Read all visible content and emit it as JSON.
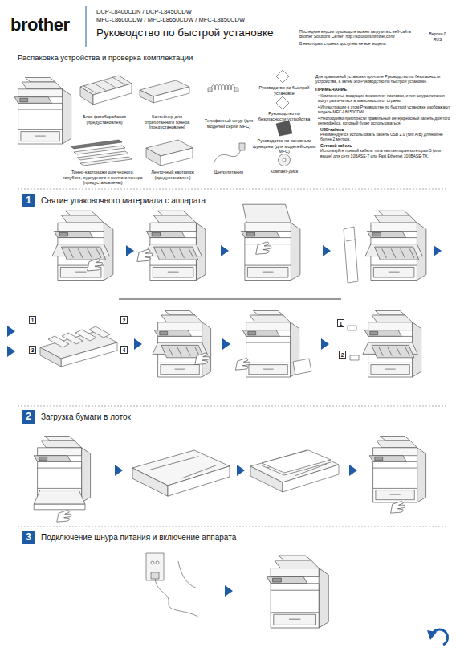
{
  "diagram": {
    "title": "Руководство по быстрой установке",
    "nodes": [
      {
        "text": [
          "1",
          "Снятие упаковочного материала с аппарата"
        ]
      },
      {
        "text": [
          "2",
          "Загрузка бумаги в лоток"
        ]
      },
      {
        "text": [
          "3",
          "Подключение шнура питания и включение аппарата"
        ]
      }
    ],
    "labels": [
      "brother",
      "DCP-L8400CDN / DCP-L8450CDW",
      "MFC-L8600CDW / MFC-L8650CDW / MFC-L8850CDW",
      "Последние версии руководств можно загрузить с веб-сайта Brother Solutions Center: http://solutions.brother.com/",
      "В некоторых странах доступны не все модели.",
      "Версия 0",
      "RUS",
      "Распаковка устройства и проверка комплектации",
      "Блок фотобарабанов (предустановлен)",
      "Контейнер для отработанного тонера (предустановлен)",
      "Телефонный шнур (для моделей серии MFC)",
      "Руководство по быстрой установке",
      "Руководство по безопасности устройства",
      "Тонер-картриджи для черного, голубого, пурпурного и желтого тонера (предустановлены)",
      "Ленточный картридж (предустановлен)",
      "Шнур питания",
      "Руководство по основным функциям (для моделей серии MFC)",
      "Компакт-диск",
      "Для правильной установки прочтите Руководство по безопасности устройства, а затем это Руководство по быстрой установке.",
      "ПРИМЕЧАНИЕ",
      "• Компоненты, входящие в комплект поставки, и тип шнура питания могут различаться в зависимости от страны.",
      "• Иллюстрации в этом Руководстве по быстрой установке изображают модель MFC-L8650CDW.",
      "• Необходимо приобрести правильный интерфейсный кабель для того интерфейса, который будет использоваться.",
      "USB-кабель",
      "Рекомендуется использовать кабель USB 2.0 (тип A/B) длиной не более 2 метров.",
      "Сетевой кабель",
      "Используйте прямой кабель типа «витая пара» категории 5 (или выше) для сети 10BASE-T или Fast Ethernet 100BASE-TX.",
      "1",
      "2",
      "3",
      "4",
      "1",
      "2"
    ]
  }
}
